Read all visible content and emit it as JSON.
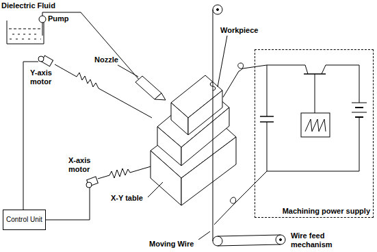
{
  "diagram": {
    "nodes": [
      {
        "text": [
          "Control Unit"
        ]
      },
      {
        "text": [
          "Machining power supply"
        ]
      }
    ],
    "labels": [
      "Dielectric Fluid",
      "Pump",
      "Nozzle",
      "Workpiece",
      "Y-axis motor",
      "X-axis motor",
      "X-Y table",
      "Moving Wire",
      "Wire feed mechanism"
    ]
  }
}
